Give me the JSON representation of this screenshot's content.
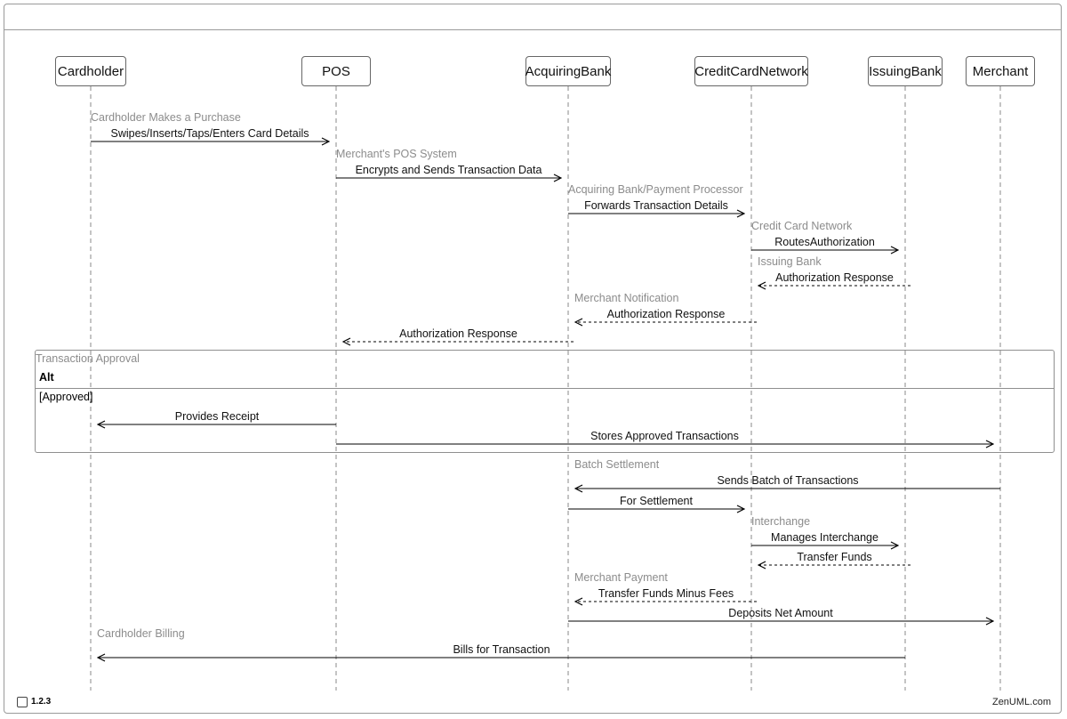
{
  "participants": [
    "Cardholder",
    "POS",
    "AcquiringBank",
    "CreditCardNetwork",
    "IssuingBank",
    "Merchant"
  ],
  "messages": [
    {
      "from": "Cardholder",
      "to": "POS",
      "label": "Swipes/Inserts/Taps/Enters Card Details",
      "style": "solid",
      "comment": "Cardholder Makes a Purchase"
    },
    {
      "from": "POS",
      "to": "AcquiringBank",
      "label": "Encrypts and Sends Transaction Data",
      "style": "solid",
      "comment": "Merchant's POS System"
    },
    {
      "from": "AcquiringBank",
      "to": "CreditCardNetwork",
      "label": "Forwards Transaction Details",
      "style": "solid",
      "comment": "Acquiring Bank/Payment Processor"
    },
    {
      "from": "CreditCardNetwork",
      "to": "IssuingBank",
      "label": "RoutesAuthorization",
      "style": "solid",
      "comment": "Credit Card Network"
    },
    {
      "from": "IssuingBank",
      "to": "CreditCardNetwork",
      "label": "Authorization Response",
      "style": "dashed",
      "comment": "Issuing Bank"
    },
    {
      "from": "CreditCardNetwork",
      "to": "AcquiringBank",
      "label": "Authorization Response",
      "style": "dashed",
      "comment": "Merchant Notification"
    },
    {
      "from": "AcquiringBank",
      "to": "POS",
      "label": "Authorization Response",
      "style": "dashed",
      "comment": ""
    },
    {
      "from": "POS",
      "to": "Cardholder",
      "label": "Provides Receipt",
      "style": "solid",
      "comment": ""
    },
    {
      "from": "POS",
      "to": "Merchant",
      "label": "Stores Approved Transactions",
      "style": "solid",
      "comment": ""
    },
    {
      "from": "Merchant",
      "to": "AcquiringBank",
      "label": "Sends Batch of Transactions",
      "style": "solid",
      "comment": "Batch Settlement"
    },
    {
      "from": "AcquiringBank",
      "to": "CreditCardNetwork",
      "label": "For Settlement",
      "style": "solid",
      "comment": ""
    },
    {
      "from": "CreditCardNetwork",
      "to": "IssuingBank",
      "label": "Manages Interchange",
      "style": "solid",
      "comment": "Interchange"
    },
    {
      "from": "IssuingBank",
      "to": "CreditCardNetwork",
      "label": "Transfer Funds",
      "style": "dashed",
      "comment": ""
    },
    {
      "from": "CreditCardNetwork",
      "to": "AcquiringBank",
      "label": "Transfer Funds Minus Fees",
      "style": "dashed",
      "comment": "Merchant Payment"
    },
    {
      "from": "AcquiringBank",
      "to": "Merchant",
      "label": "Deposits Net Amount",
      "style": "solid",
      "comment": ""
    },
    {
      "from": "IssuingBank",
      "to": "Cardholder",
      "label": "Bills for Transaction",
      "style": "solid",
      "comment": "Cardholder Billing"
    }
  ],
  "fragment": {
    "comment": "Transaction Approval",
    "kind": "Alt",
    "condition": "[Approved]"
  },
  "footer": {
    "version": "1.2.3",
    "brand": "ZenUML.com"
  }
}
